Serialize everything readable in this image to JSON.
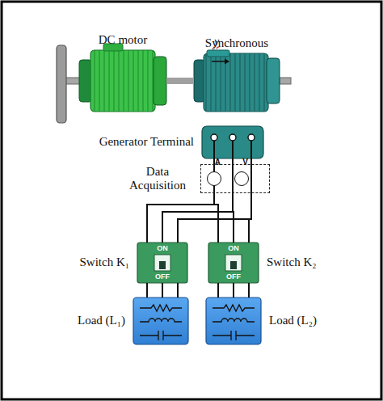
{
  "diagram": {
    "nodes": [
      {
        "text": [
          "DC motor"
        ]
      },
      {
        "text": [
          "Synchronous"
        ]
      },
      {
        "text": [
          "Generator Terminal"
        ]
      },
      {
        "text": [
          "Data Acquisition"
        ]
      },
      {
        "text": [
          "A"
        ],
        "in": 3
      },
      {
        "text": [
          "V"
        ],
        "in": 3
      },
      {
        "text": [
          "Switch K₁",
          "ON",
          "OFF"
        ]
      },
      {
        "text": [
          "Switch K₂",
          "ON",
          "OFF"
        ]
      },
      {
        "text": [
          "Load (L₁)"
        ]
      },
      {
        "text": [
          "Load (L₂)"
        ]
      }
    ],
    "edges": [
      {
        "from": 0,
        "to": 1,
        "arrow": "none"
      },
      {
        "from": 2,
        "to": 3,
        "arrow": "none"
      },
      {
        "from": 3,
        "to": 6,
        "arrow": "none"
      },
      {
        "from": 3,
        "to": 7,
        "arrow": "none"
      },
      {
        "from": 6,
        "to": 8,
        "arrow": "none"
      },
      {
        "from": 7,
        "to": 9,
        "arrow": "none"
      }
    ],
    "labels": [
      "y"
    ]
  }
}
